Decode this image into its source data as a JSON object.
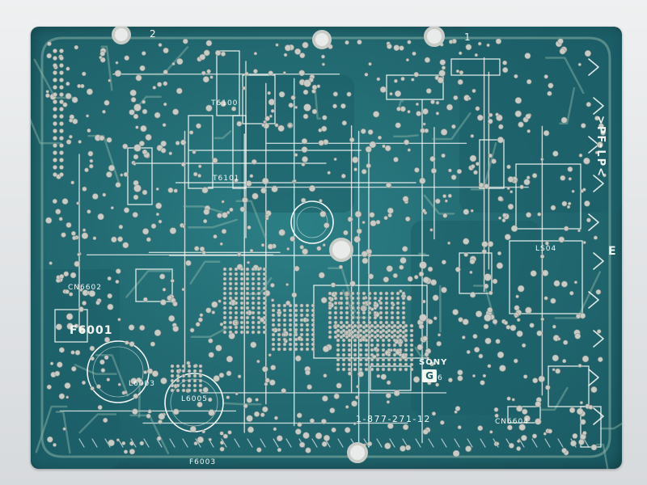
{
  "image": {
    "kind": "photo",
    "subject": "printed circuit board, solder side"
  },
  "board": {
    "colors": {
      "substrate": "#236b73",
      "copper": "#8fb7aa",
      "solder": "#c9ccc6",
      "silkscreen": "#f4f6f2",
      "background": "#e2e4e6"
    },
    "labels": {
      "part_number": "1-877-271-12",
      "brand": "SONY",
      "revision_mark": "G",
      "revision_sub": "6",
      "board_name": ">PF-LP<",
      "fuse": "F6001",
      "corner_2": "2",
      "corner_1": "1",
      "edge_e": "E",
      "ref_l6003": "L6003",
      "ref_l6005": "L6005",
      "ref_f6003": "F6003",
      "ref_cn6602": "CN6602",
      "ref_cn6604": "CN6604",
      "ref_ls04": "LS04",
      "ref_t6101": "T6101",
      "ref_t6100": "T6100"
    }
  }
}
